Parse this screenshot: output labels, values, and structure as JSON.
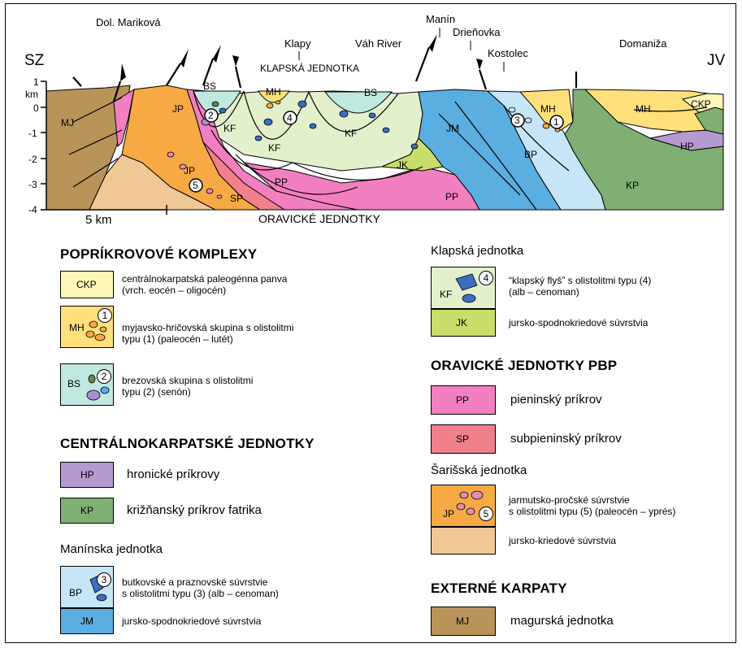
{
  "section": {
    "orientation": {
      "left": "SZ",
      "right": "JV"
    },
    "depth_unit": "km",
    "depth_ticks": [
      "1",
      "0",
      "-1",
      "-2",
      "-3",
      "-4"
    ],
    "scale_bar": "5 km",
    "places": {
      "dol_marikova": "Dol. Mariková",
      "klapy": "Klapy",
      "klapska_label": "KLAPSKÁ JEDNOTKA",
      "vah_river": "Váh River",
      "manin": "Manín",
      "drienovka": "Drieňovka",
      "kostolec": "Kostolec",
      "domaniza": "Domaniža"
    },
    "oravicke": "ORAVICKÉ JEDNOTKY",
    "unit_labels": {
      "mj": "MJ",
      "jp": "JP",
      "bs": "BS",
      "mh": "MH",
      "kf": "KF",
      "jk": "JK",
      "pp": "PP",
      "sp": "SP",
      "jm": "JM",
      "bp": "BP",
      "hp": "HP",
      "kp": "KP",
      "ckp": "CKP"
    },
    "olistolith_numbers": [
      "1",
      "2",
      "3",
      "4",
      "5"
    ]
  },
  "legend": {
    "left": {
      "heading1": "POPRÍKROVOVÉ KOMPLEXY",
      "ckp": {
        "code": "CKP",
        "text1": "centrálnokarpatská paleogénna panva",
        "text2": "(vrch. eocén – oligocén)"
      },
      "mh": {
        "code": "MH",
        "num": "1",
        "text1": "myjavsko-hričovská skupina s olistolitmi",
        "text2": "typu (1) (paleocén – lutét)"
      },
      "bs": {
        "code": "BS",
        "num": "2",
        "text1": "brezovská skupina s olistolitmi",
        "text2": "typu (2) (senón)"
      },
      "heading2": "CENTRÁLNOKARPATSKÉ JEDNOTKY",
      "hp": {
        "code": "HP",
        "text": "hronické príkrovy"
      },
      "kp": {
        "code": "KP",
        "text": "križňanský príkrov fatrika"
      },
      "heading3": "Manínska jednotka",
      "bp": {
        "code": "BP",
        "num": "3",
        "text1": "butkovské a praznovské súvrstvie",
        "text2": "s olistolitmi typu (3) (alb – cenoman)"
      },
      "jm": {
        "code": "JM",
        "text": "jursko-spodnokriedové súvrstvia"
      }
    },
    "right": {
      "heading1": "Klapská jednotka",
      "kf": {
        "code": "KF",
        "num": "4",
        "text1": "“klapský flyš” s olistolitmi typu (4)",
        "text2": "(alb – cenoman)"
      },
      "jk": {
        "code": "JK",
        "text": "jursko-spodnokriedové súvrstvia"
      },
      "heading2": "ORAVICKÉ JEDNOTKY PBP",
      "pp": {
        "code": "PP",
        "text": "pieninský príkrov"
      },
      "sp": {
        "code": "SP",
        "text": "subpieninský príkrov"
      },
      "heading3": "Šarišská jednotka",
      "jp": {
        "code": "JP",
        "num": "5",
        "text1": "jarmutsko-pročské súvrstvie",
        "text2": "s olistolitmi typu (5) (paleocén – yprés)"
      },
      "jk2": {
        "text": "jursko-kriedové súvrstvia"
      },
      "heading4": "EXTERNÉ KARPATY",
      "mj": {
        "code": "MJ",
        "text": "magurská jednotka"
      }
    }
  },
  "colors": {
    "ckp": "#fff7b8",
    "mh": "#ffe07a",
    "bs": "#bfe8e0",
    "hp": "#b49ad0",
    "kp": "#7faf72",
    "bp": "#c6e6f8",
    "jm": "#5aaee0",
    "kf": "#e2f0cc",
    "jk": "#c9dd6a",
    "pp": "#f27fbf",
    "sp": "#f0808a",
    "jp": "#f7aa44",
    "jk2": "#f0c896",
    "mj": "#b8935a",
    "olist_blue": "#3a6fc0",
    "olist_pink": "#e98ab0",
    "olist_green": "#5f8a4a",
    "olist_purple": "#a88ed0"
  }
}
